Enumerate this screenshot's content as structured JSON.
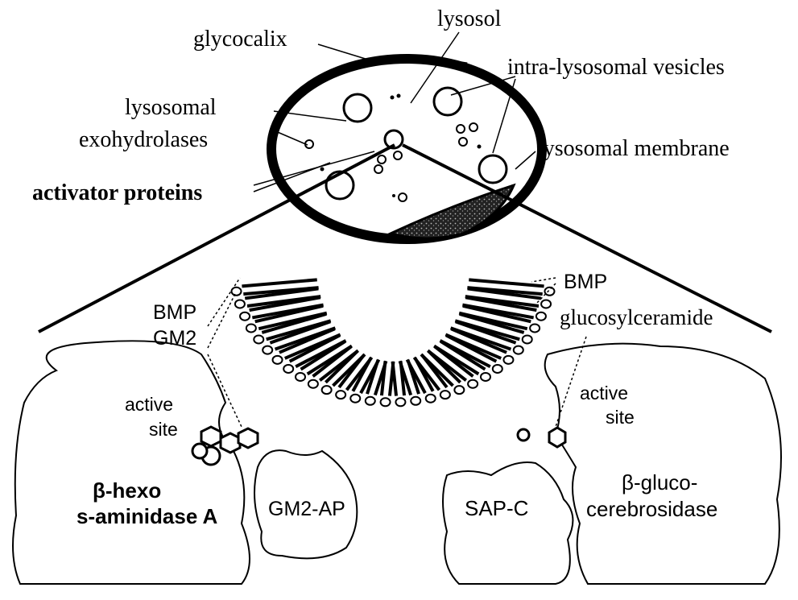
{
  "labels": {
    "lysosol": "lysosol",
    "glycocalix": "glycocalix",
    "intra_lysosomal_vesicles": "intra-lysosomal vesicles",
    "lysosomal_exohydrolases_line1": "lysosomal",
    "lysosomal_exohydrolases_line2": "exohydrolases",
    "lysosomal_membrane": "lysosomal membrane",
    "activator_proteins": "activator proteins",
    "bmp_left": "BMP",
    "gm2_left": "GM2",
    "bmp_right": "BMP",
    "glucosylceramide": "glucosylceramide",
    "active_site_left_line1": "active",
    "active_site_left_line2": "site",
    "active_site_right_line1": "active",
    "active_site_right_line2": "site",
    "hexosaminidase_line1": "β-hexo",
    "hexosaminidase_line2": "s-aminidase A",
    "gm2_ap": "GM2-AP",
    "sap_c": "SAP-C",
    "glucocerebrosidase_line1": "β-gluco-",
    "glucocerebrosidase_line2": "cerebrosidase"
  }
}
